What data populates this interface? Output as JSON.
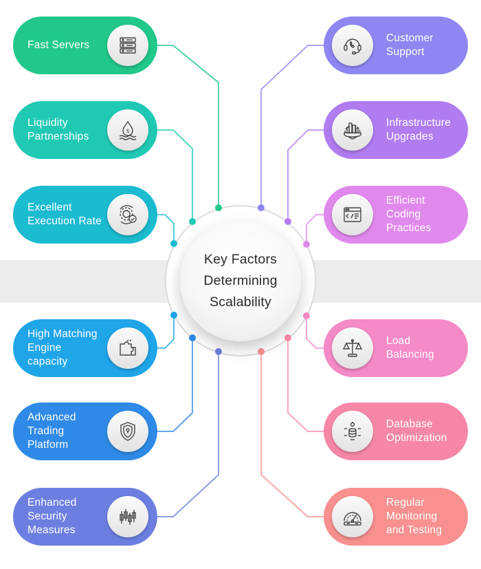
{
  "hub": {
    "title": "Key Factors\nDetermining\nScalability"
  },
  "left": [
    {
      "label": "Fast Servers",
      "icon": "server-icon",
      "color": "#22c88a"
    },
    {
      "label": "Liquidity\nPartnerships",
      "icon": "liquidity-drop-icon",
      "color": "#20c9b4"
    },
    {
      "label": "Excellent\nExecution Rate",
      "icon": "gear-check-icon",
      "color": "#1bbbd0"
    },
    {
      "label": "High Matching\nEngine\ncapacity",
      "icon": "puzzle-icon",
      "color": "#1fa5e8"
    },
    {
      "label": "Advanced\nTrading\nPlatform",
      "icon": "shield-lock-icon",
      "color": "#2e8ae6"
    },
    {
      "label": "Enhanced\nSecurity\nMeasures",
      "icon": "candlestick-icon",
      "color": "#6c7fe0"
    }
  ],
  "right": [
    {
      "label": "Customer\nSupport",
      "icon": "headset-icon",
      "color": "#8f86f2"
    },
    {
      "label": "Infrastructure\nUpgrades",
      "icon": "building-gear-icon",
      "color": "#b07cf0"
    },
    {
      "label": "Efficient\nCoding\nPractices",
      "icon": "code-window-icon",
      "color": "#e089ec"
    },
    {
      "label": "Load\nBalancing",
      "icon": "balance-scale-icon",
      "color": "#f48ac6"
    },
    {
      "label": "Database\nOptimization",
      "icon": "database-gear-icon",
      "color": "#f787a7"
    },
    {
      "label": "Regular\nMonitoring\nand Testing",
      "icon": "gauge-icon",
      "color": "#f7908f"
    }
  ]
}
